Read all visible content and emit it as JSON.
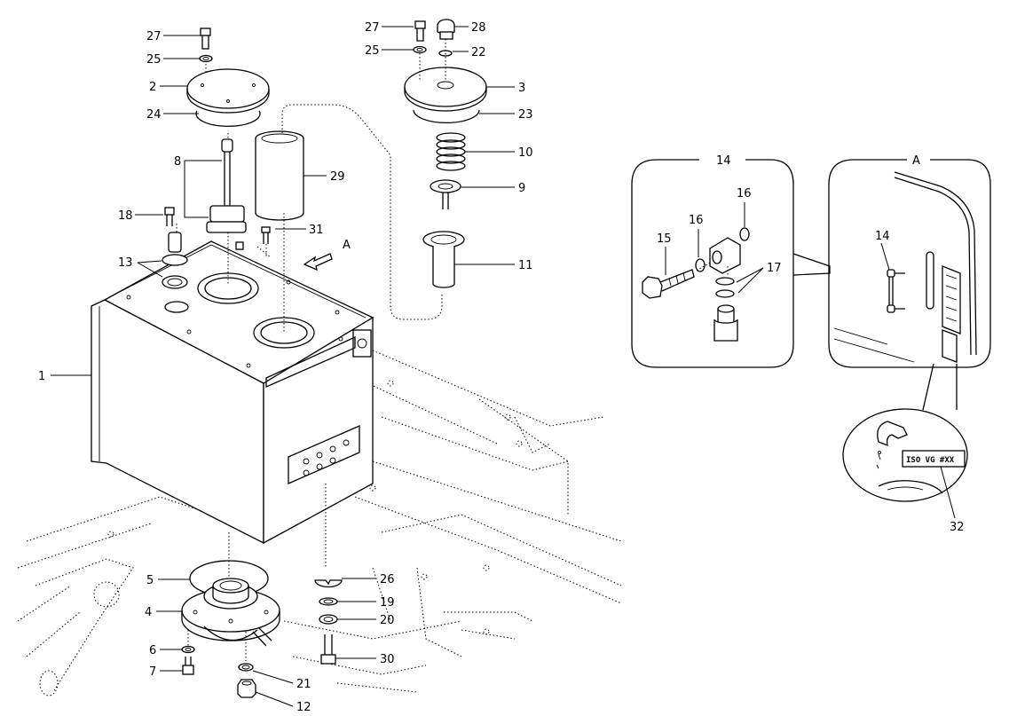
{
  "callouts": {
    "c1": "1",
    "c2": "2",
    "c3": "3",
    "c4": "4",
    "c5": "5",
    "c6": "6",
    "c7": "7",
    "c8": "8",
    "c9": "9",
    "c10": "10",
    "c11": "11",
    "c12": "12",
    "c13": "13",
    "c14_detail": "14",
    "c14_view": "14",
    "c15": "15",
    "c16a": "16",
    "c16b": "16",
    "c17": "17",
    "c18": "18",
    "c19": "19",
    "c20": "20",
    "c21": "21",
    "c22": "22",
    "c23": "23",
    "c24": "24",
    "c25a": "25",
    "c25b": "25",
    "c26": "26",
    "c27a": "27",
    "c27b": "27",
    "c28": "28",
    "c29": "29",
    "c30": "30",
    "c31": "31",
    "c32": "32"
  },
  "view_labels": {
    "view_arrow": "A",
    "view_frame": "A",
    "detail_frame": "14"
  },
  "decal_text": "ISO VG #XX"
}
